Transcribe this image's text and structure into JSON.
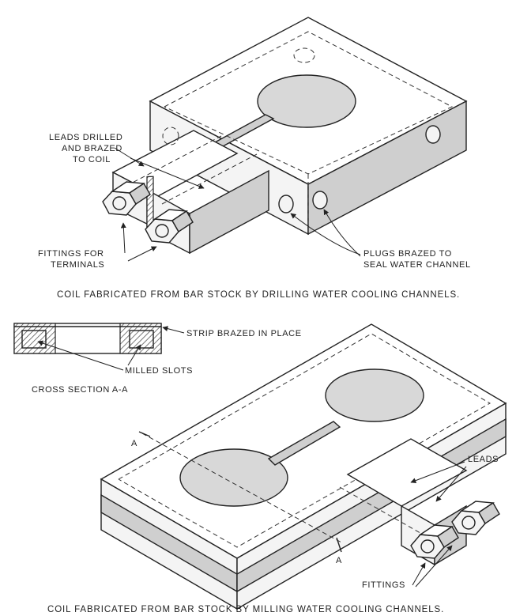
{
  "top_figure": {
    "label_leads": [
      "LEADS DRILLED",
      "AND BRAZED",
      "TO COIL"
    ],
    "label_fittings": [
      "FITTINGS FOR",
      "TERMINALS"
    ],
    "label_plugs": [
      "PLUGS BRAZED TO",
      "SEAL WATER CHANNEL"
    ],
    "caption": "COIL FABRICATED FROM BAR STOCK BY DRILLING WATER COOLING CHANNELS."
  },
  "cross_section": {
    "label_strip": "STRIP BRAZED IN PLACE",
    "label_slots": "MILLED SLOTS",
    "title": "CROSS SECTION A-A"
  },
  "bottom_figure": {
    "label_section_top": "A",
    "label_section_bottom": "A",
    "label_leads": "LEADS",
    "label_fittings": "FITTINGS",
    "caption": "COIL FABRICATED FROM BAR STOCK BY MILLING WATER COOLING CHANNELS."
  }
}
